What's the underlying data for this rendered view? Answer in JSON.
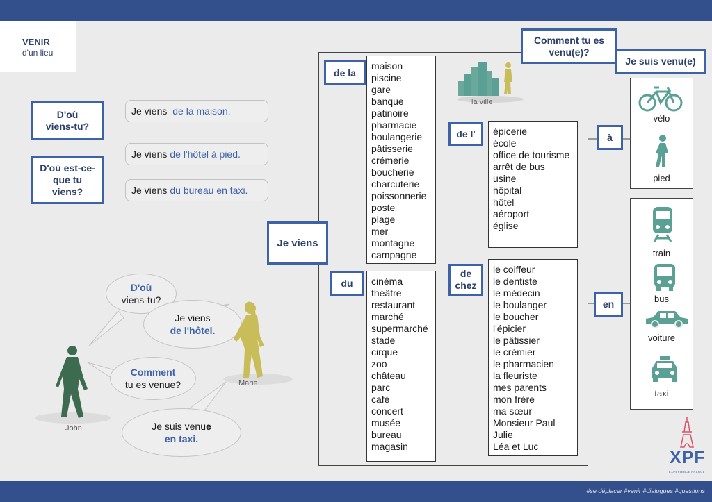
{
  "header": {
    "title": "VENIR",
    "subtitle": "d'un lieu"
  },
  "footer": {
    "tags": "#se déplacer #venir #dialogues #questions"
  },
  "questions": {
    "q1": "D'où viens-tu?",
    "q2": "D'où est-ce-que tu viens?",
    "comment": "Comment tu es venu(e)?",
    "answer": "Je suis venu(e)"
  },
  "examples": [
    {
      "prefix": "Je viens ",
      "highlight": "de la maison."
    },
    {
      "prefix": "Je viens ",
      "highlight": "de l'hôtel à pied."
    },
    {
      "prefix": "Je viens ",
      "highlight": "du bureau en taxi."
    }
  ],
  "center": {
    "je_viens": "Je viens",
    "city_label": "la ville"
  },
  "groups": {
    "de_la": {
      "label": "de la",
      "words": [
        "maison",
        "piscine",
        "gare",
        "banque",
        "patinoire",
        "pharmacie",
        "boulangerie",
        "pâtisserie",
        "crémerie",
        "boucherie",
        "charcuterie",
        "poissonnerie",
        "poste",
        "plage",
        "mer",
        "montagne",
        "campagne"
      ]
    },
    "du": {
      "label": "du",
      "words": [
        "cinéma",
        "théâtre",
        "restaurant",
        "marché",
        "supermarché",
        "stade",
        "cirque",
        "zoo",
        "château",
        "parc",
        "café",
        "concert",
        "musée",
        "bureau",
        "magasin"
      ]
    },
    "de_l": {
      "label": "de l'",
      "words": [
        "épicerie",
        "école",
        "office de tourisme",
        "arrêt de bus",
        "usine",
        "hôpital",
        "hôtel",
        "aéroport",
        "église"
      ]
    },
    "de_chez": {
      "label": "de chez",
      "words": [
        "le coiffeur",
        "le dentiste",
        "le médecin",
        "le boulanger",
        "le boucher",
        "l'épicier",
        "le pâtissier",
        "le crémier",
        "le pharmacien",
        "la fleuriste",
        "mes parents",
        "mon frère",
        "ma sœur",
        "Monsieur Paul",
        "Julie",
        "Léa et Luc"
      ]
    }
  },
  "transport": {
    "a": {
      "label": "à",
      "items": [
        "vélo",
        "pied"
      ]
    },
    "en": {
      "label": "en",
      "items": [
        "train",
        "bus",
        "voiture",
        "taxi"
      ]
    }
  },
  "dialogue": {
    "c1": {
      "line1": "D'où",
      "line2": "viens-tu?"
    },
    "c2": {
      "line1": "Je viens",
      "line2": "de l'hôtel."
    },
    "c3": {
      "line1": "Comment",
      "line2": "tu es venue?"
    },
    "c4": {
      "line1a": "Je suis venu",
      "line1b": "e",
      "line2": "en taxi."
    },
    "john": "John",
    "marie": "Marie"
  },
  "logo": {
    "text": "XPF",
    "tagline": "EXPERIENCE FRANCE"
  },
  "colors": {
    "accent": "#3e62a8",
    "bar": "#34508c",
    "figure_green": "#3d6b50",
    "figure_yellow": "#c9bd5a",
    "teal": "#5aa095"
  }
}
